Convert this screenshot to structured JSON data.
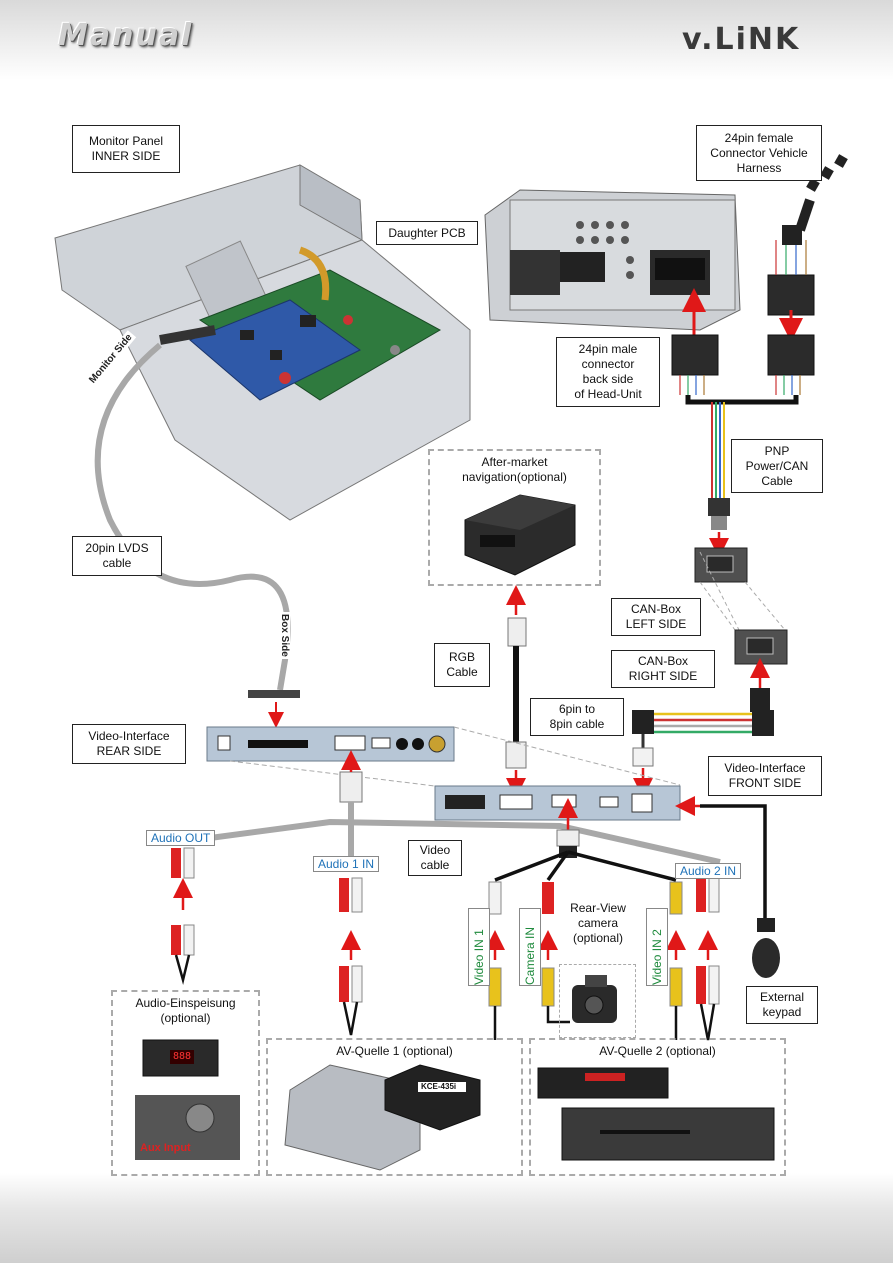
{
  "header": {
    "title": "Manual",
    "brand": "v.LiNK"
  },
  "labels": {
    "monitor_panel": "Monitor Panel\nINNER SIDE",
    "daughter_pcb": "Daughter PCB",
    "connector_24_female": "24pin female\nConnector Vehicle\nHarness",
    "connector_24_male": "24pin male\nconnector\nback side\nof Head-Unit",
    "pnp_cable": "PNP\nPower/CAN\nCable",
    "lvds_cable": "20pin LVDS\ncable",
    "can_left": "CAN-Box\nLEFT SIDE",
    "can_right": "CAN-Box\nRIGHT SIDE",
    "rgb_cable": "RGB\nCable",
    "six_to_eight": "6pin to\n8pin cable",
    "vi_rear": "Video-Interface\nREAR SIDE",
    "vi_front": "Video-Interface\nFRONT SIDE",
    "video_cable": "Video\ncable",
    "external_keypad": "External\nkeypad",
    "monitor_side": "Monitor Side",
    "box_side": "Box Side"
  },
  "tags": {
    "audio_out": "Audio OUT",
    "audio1_in": "Audio 1 IN",
    "audio2_in": "Audio 2 IN",
    "video_in1": "Video IN 1",
    "camera_in": "Camera IN",
    "video_in2": "Video IN 2"
  },
  "boxes": {
    "aftermarket_nav": "After-market\nnavigation(optional)",
    "rear_view_camera": "Rear-View\ncamera\n(optional)",
    "audio_einspeisung": "Audio-Einspeisung\n(optional)",
    "av_quelle1": "AV-Quelle 1 (optional)",
    "av_quelle2": "AV-Quelle 2 (optional)"
  },
  "device_text": {
    "aux_input": "Aux Input",
    "amp_display": "888",
    "kce_label": "KCE-435i"
  },
  "colors": {
    "arrow": "#e01818",
    "cable": "#a8a8a8",
    "tag_blue": "#1f72b8",
    "tag_green": "#1e8a3c",
    "dashed": "#aaaaaa"
  }
}
